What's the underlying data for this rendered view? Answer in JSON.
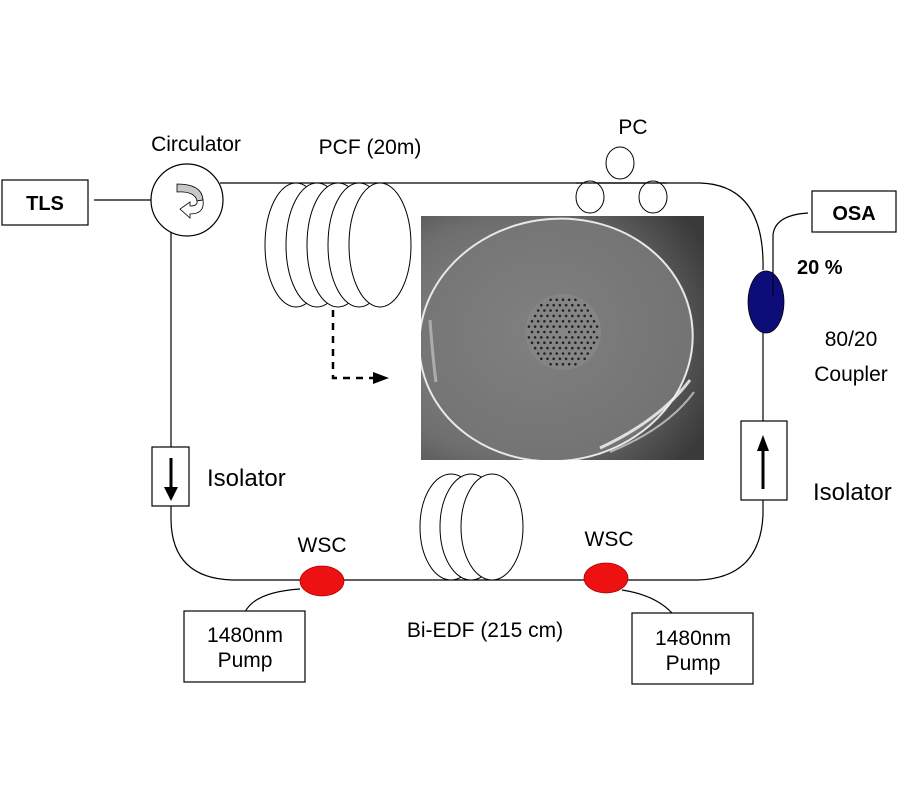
{
  "figure": {
    "type": "optical-setup-schematic",
    "description": "Ring laser with PCF and Bi-EDF gain"
  },
  "components": {
    "tls": {
      "label": "TLS"
    },
    "circulator": {
      "label": "Circulator"
    },
    "pcf": {
      "label": "PCF (20m)"
    },
    "pc": {
      "label": "PC"
    },
    "osa": {
      "label": "OSA"
    },
    "coupler": {
      "ratio_label": "20 %",
      "name_line1": "80/20",
      "name_line2": "Coupler",
      "color": "#0d0d7a"
    },
    "isolator_left": {
      "label": "Isolator",
      "direction": "down"
    },
    "isolator_right": {
      "label": "Isolator",
      "direction": "up"
    },
    "wsc_left": {
      "label": "WSC",
      "color": "#ee1111"
    },
    "wsc_right": {
      "label": "WSC",
      "color": "#ee1111"
    },
    "pump_left": {
      "line1": "1480nm",
      "line2": "Pump"
    },
    "pump_right": {
      "line1": "1480nm",
      "line2": "Pump"
    },
    "bi_edf": {
      "label": "Bi-EDF (215 cm)"
    }
  },
  "inset": {
    "subject": "SEM cross-section of photonic crystal fiber",
    "background_color": "#5a5a5a",
    "fiber_face_color": "#7b7b7b"
  }
}
